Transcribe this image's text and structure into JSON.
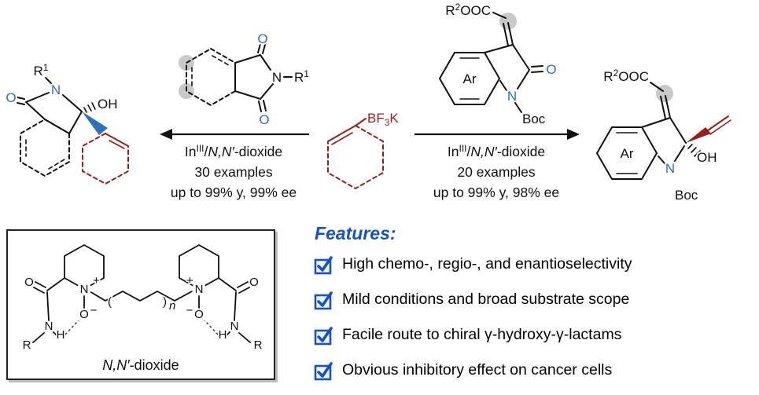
{
  "colors": {
    "chem_blue": "#2e6fbe",
    "chem_red": "#9e1b1b",
    "accent_blue": "#1551c8"
  },
  "scheme": {
    "left_product": {
      "r_base": "R",
      "r_sup": "1",
      "n": "N",
      "o": "O",
      "oh": "OH"
    },
    "phthalimide": {
      "o_top": "O",
      "o_bottom": "O",
      "n": "N",
      "r_base": "R",
      "r_sup": "1"
    },
    "reagent": {
      "bf": "BF",
      "sub": "3",
      "k": "K"
    },
    "oxindole": {
      "ester_r": "R",
      "ester_sup": "2",
      "ester_rest": "OOC",
      "ar": "Ar",
      "o": "O",
      "n": "N",
      "boc": "Boc"
    },
    "right_product": {
      "ester_r": "R",
      "ester_sup": "2",
      "ester_rest": "OOC",
      "ar": "Ar",
      "oh": "OH",
      "n": "N",
      "boc": "Boc"
    },
    "left_conditions": {
      "in": "In",
      "in_sup": "III",
      "slash": "/",
      "nn": "N,N′",
      "dioxide": "-dioxide",
      "examples": "30 examples",
      "result": "up to 99% y, 99% ee"
    },
    "right_conditions": {
      "in": "In",
      "in_sup": "III",
      "slash": "/",
      "nn": "N,N′",
      "dioxide": "-dioxide",
      "examples": "20 examples",
      "result": "up to 99% y, 98% ee"
    }
  },
  "catalyst": {
    "n": "N",
    "plus": "+",
    "o": "O",
    "minus": "−",
    "h": "H",
    "r": "R",
    "paren_open": "(",
    "paren_close": ")",
    "n_sub": "n",
    "label_nn": "N,N′",
    "label_rest": "-dioxide"
  },
  "features": {
    "heading": "Features:",
    "items": [
      "High chemo-, regio-, and enantioselectivity",
      "Mild conditions and broad substrate scope",
      "Facile route to chiral γ-hydroxy-γ-lactams",
      "Obvious inhibitory effect on cancer cells"
    ]
  }
}
